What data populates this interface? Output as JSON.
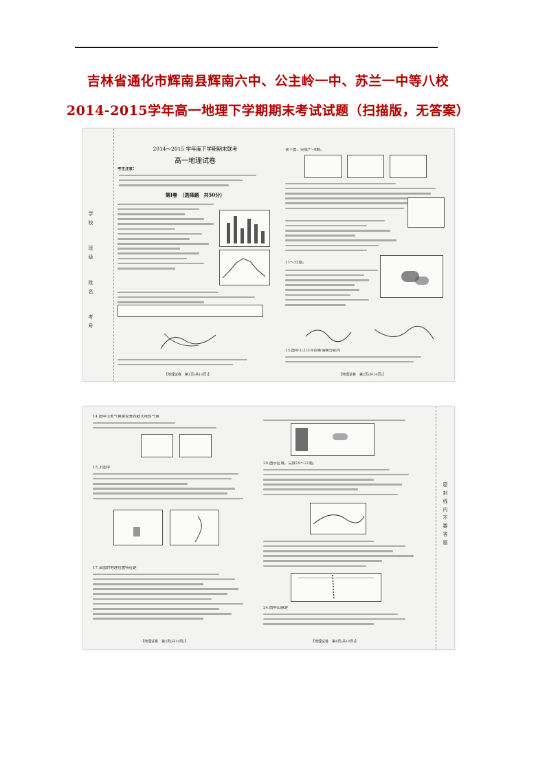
{
  "header": {
    "line1": "吉林省通化市辉南县辉南六中、公主岭一中、苏兰一中等八校",
    "line2": "2014-2015学年高一地理下学期期末考试试题（扫描版，无答案）"
  },
  "scan1": {
    "exam_title": "2014～2015 学年度下学期期末联考",
    "subject_title": "高一地理试卷",
    "section_title": "第Ⅰ卷　（选择题　共50分）",
    "side_labels": [
      "学校",
      "班级",
      "姓名",
      "考号"
    ],
    "q_intro": "考生注意：",
    "footer_left": "【地理试卷　第1页(共10页)】",
    "footer_right": "【地理试卷　第2页(共10页)】",
    "q8": "读下图，完成7～8题。",
    "q11": "11～12题。",
    "q13": "13.图中①②③④四条海峡分别为"
  },
  "scan2": {
    "q14": "14.图中②处气候类型是西欧大陆性气候",
    "q15": "15.上图中",
    "q17": "17.该国的地理位置特征是",
    "q20": "20.图示区域，完成19～21题。",
    "q24": "24.图中山脉是",
    "side_labels": [
      "密",
      "封",
      "线",
      "内",
      "不",
      "要",
      "答",
      "题"
    ],
    "footer_left": "【地理试卷　第3页(共10页)】",
    "footer_right": "【地理试卷　第4页(共10页)】"
  }
}
